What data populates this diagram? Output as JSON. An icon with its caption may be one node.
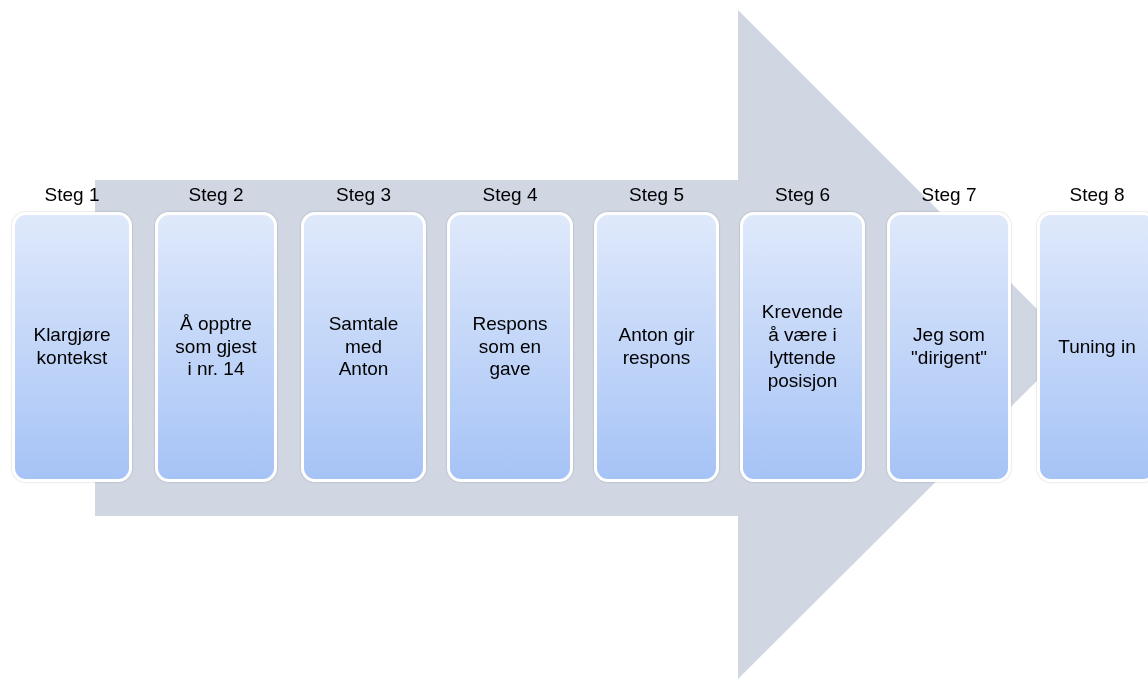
{
  "diagram": {
    "nodes": [
      {
        "text": [
          "Steg 1",
          "Klargjøre kontekst"
        ]
      },
      {
        "text": [
          "Steg 2",
          "Å opptre som gjest i nr. 14"
        ]
      },
      {
        "text": [
          "Steg 3",
          "Samtale med Anton"
        ]
      },
      {
        "text": [
          "Steg 4",
          "Respons som en gave"
        ]
      },
      {
        "text": [
          "Steg 5",
          "Anton gir respons"
        ]
      },
      {
        "text": [
          "Steg 6",
          "Krevende å være i lyttende posisjon"
        ]
      },
      {
        "text": [
          "Steg 7",
          "Jeg som \"dirigent\""
        ]
      },
      {
        "text": [
          "Steg 8",
          "Tuning in"
        ]
      }
    ],
    "edges": [
      {
        "from": 0,
        "to": 7,
        "arrow": "to"
      }
    ]
  }
}
